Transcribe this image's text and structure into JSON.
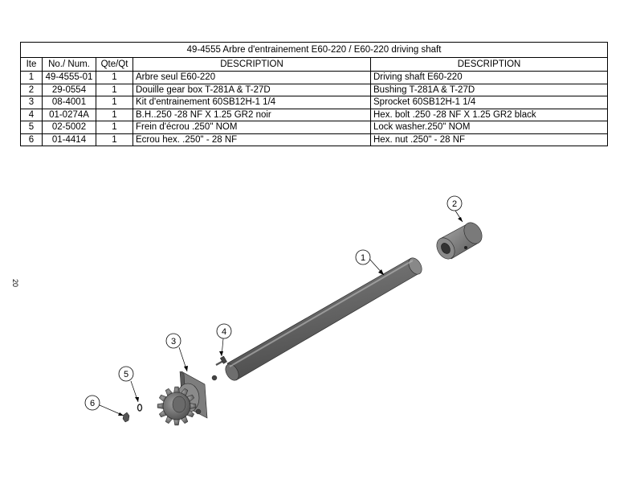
{
  "table": {
    "title": "49-4555 Arbre d'entrainement E60-220 / E60-220 driving shaft",
    "headers": [
      "Ite",
      "No./ Num.",
      "Qte/Qt",
      "DESCRIPTION",
      "DESCRIPTION"
    ],
    "rows": [
      {
        "item": "1",
        "number": "49-4555-01",
        "qty": "1",
        "desc_fr": "Arbre seul E60-220",
        "desc_en": "Driving shaft E60-220"
      },
      {
        "item": "2",
        "number": "29-0554",
        "qty": "1",
        "desc_fr": "Douille gear box T-281A & T-27D",
        "desc_en": "Bushing T-281A & T-27D"
      },
      {
        "item": "3",
        "number": "08-4001",
        "qty": "1",
        "desc_fr": "Kit d'entrainement 60SB12H-1 1/4",
        "desc_en": "Sprocket 60SB12H-1 1/4"
      },
      {
        "item": "4",
        "number": "01-0274A",
        "qty": "1",
        "desc_fr": "B.H..250 -28 NF X 1.25 GR2 noir",
        "desc_en": "Hex. bolt .250 -28 NF X 1.25 GR2 black"
      },
      {
        "item": "5",
        "number": "02-5002",
        "qty": "1",
        "desc_fr": "Frein d'écrou .250\" NOM",
        "desc_en": "Lock washer.250\" NOM"
      },
      {
        "item": "6",
        "number": "01-4414",
        "qty": "1",
        "desc_fr": "Ecrou hex. .250\" - 28 NF",
        "desc_en": "Hex. nut  .250\" - 28 NF"
      }
    ]
  },
  "page_number": "20",
  "balloons": [
    "1",
    "2",
    "3",
    "4",
    "5",
    "6"
  ]
}
